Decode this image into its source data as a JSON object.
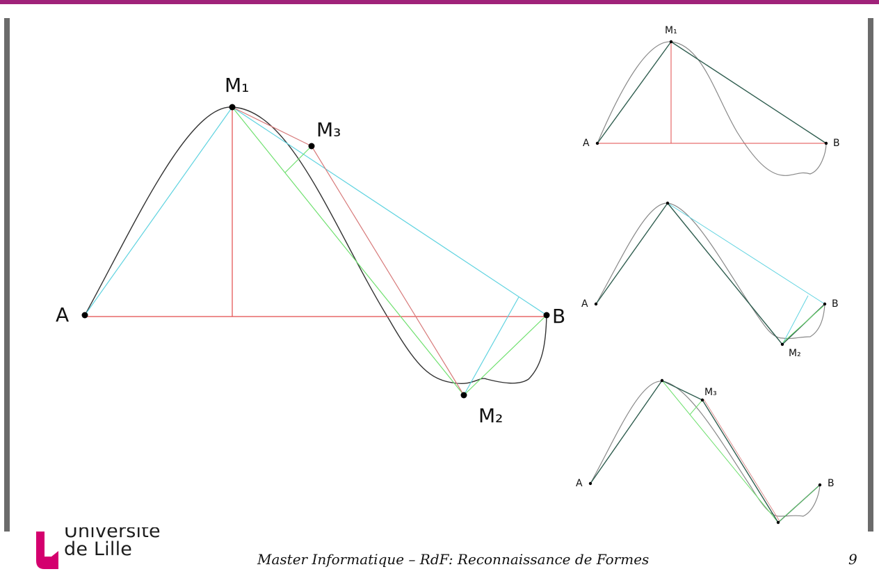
{
  "colors": {
    "top_bar": "#a0227a",
    "sidebar": "#6b6b6b",
    "curve": "#333333",
    "red": "#e24a4a",
    "cyan": "#5fd3e0",
    "green": "#6ee06e",
    "salmon": "#d77a7a",
    "poly": "#2f5d4f",
    "logo": "#d4006e"
  },
  "diagram": {
    "main": {
      "A": "A",
      "B": "B",
      "M1": "M₁",
      "M2": "M₂",
      "M3": "M₃"
    },
    "step1": {
      "A": "A",
      "B": "B",
      "M1": "M₁"
    },
    "step2": {
      "A": "A",
      "B": "B",
      "M2": "M₂"
    },
    "step3": {
      "A": "A",
      "B": "B",
      "M3": "M₃"
    }
  },
  "footer": {
    "logo_line1": "Université",
    "logo_line2": "de Lille",
    "title": "Master Informatique – RdF: Reconnaissance de Formes",
    "page": "9"
  }
}
